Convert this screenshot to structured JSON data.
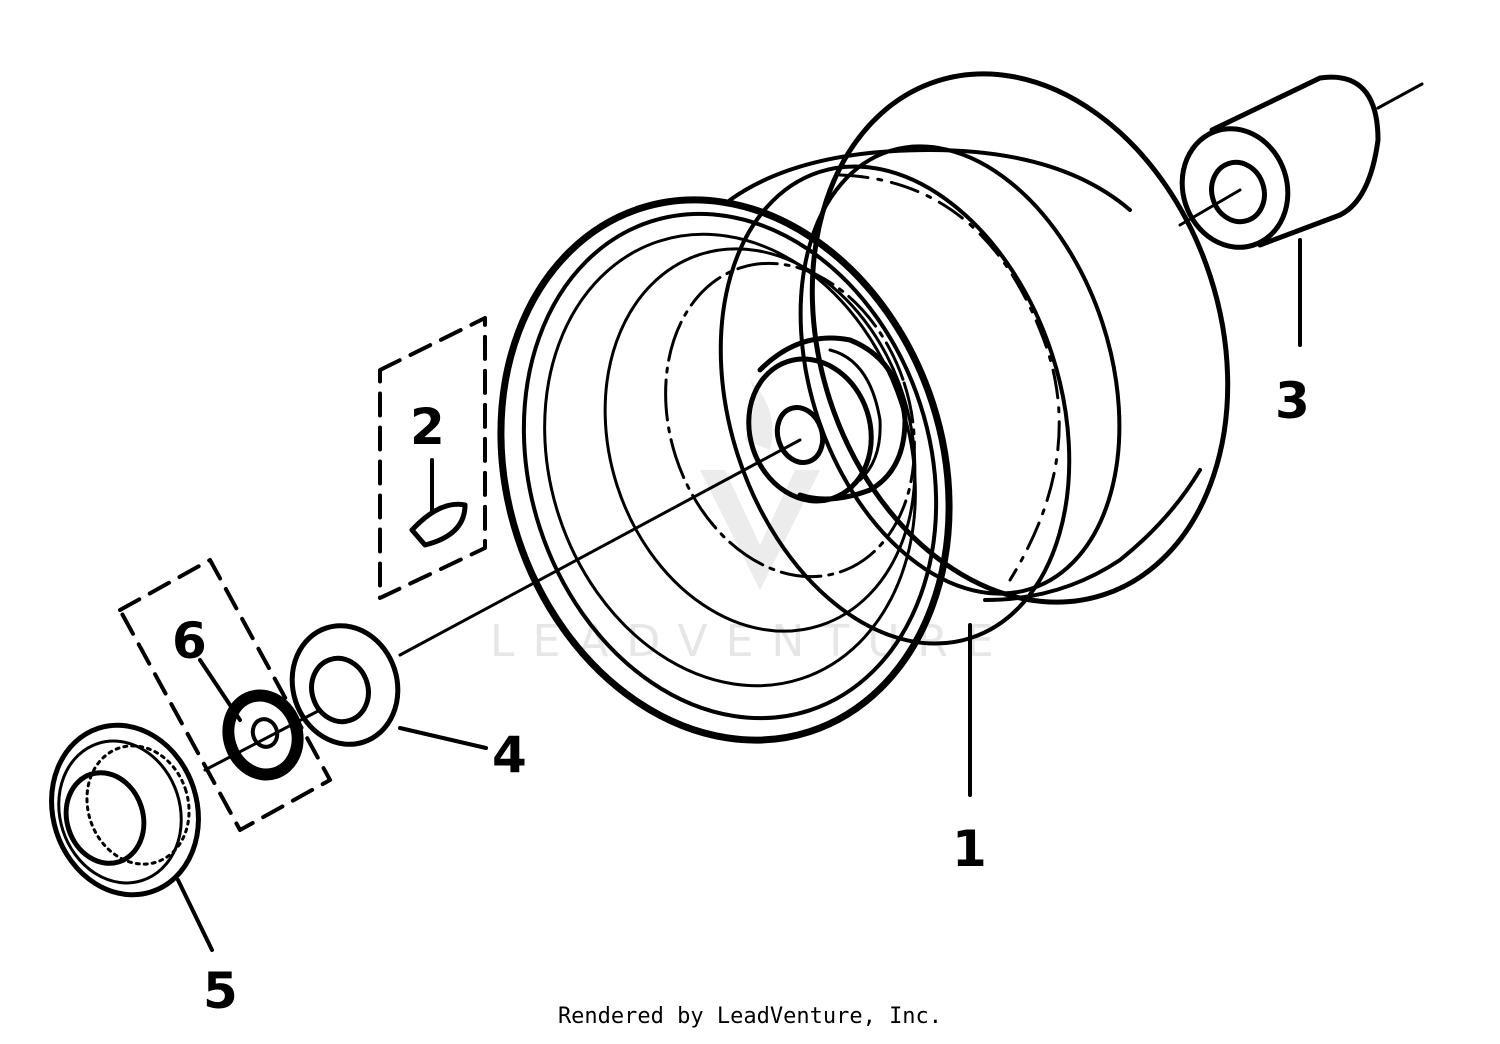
{
  "diagram": {
    "parts": [
      {
        "id": 1,
        "label": "1"
      },
      {
        "id": 2,
        "label": "2"
      },
      {
        "id": 3,
        "label": "3"
      },
      {
        "id": 4,
        "label": "4"
      },
      {
        "id": 5,
        "label": "5"
      },
      {
        "id": 6,
        "label": "6"
      }
    ],
    "watermark": {
      "text": "LEADVENTURE"
    }
  },
  "footer": {
    "credit": "Rendered by LeadVenture, Inc."
  },
  "colors": {
    "line": "#000000",
    "background": "#ffffff",
    "watermark": "#e6e6e6"
  }
}
